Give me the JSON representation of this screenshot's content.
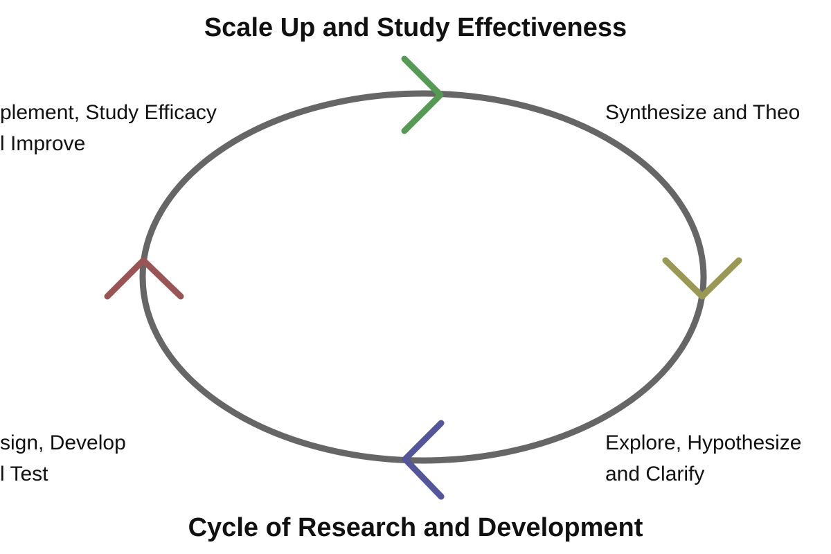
{
  "diagram": {
    "top_title": "Scale Up and Study Effectiveness",
    "bottom_title": "Cycle of Research and Development",
    "stages": [
      {
        "id": "synthesize",
        "lines": [
          "Synthesize and Theo"
        ]
      },
      {
        "id": "explore",
        "lines": [
          "Explore, Hypothesize",
          "and Clarify"
        ]
      },
      {
        "id": "design",
        "lines": [
          "sign, Develop",
          "l Test"
        ]
      },
      {
        "id": "implement",
        "lines": [
          "plement, Study Efficacy",
          "l Improve"
        ]
      }
    ],
    "colors": {
      "cycle": "#666666",
      "arrow_top": "#559955",
      "arrow_right": "#999955",
      "arrow_bottom": "#555599",
      "arrow_left": "#995555",
      "text": "#111111"
    }
  }
}
